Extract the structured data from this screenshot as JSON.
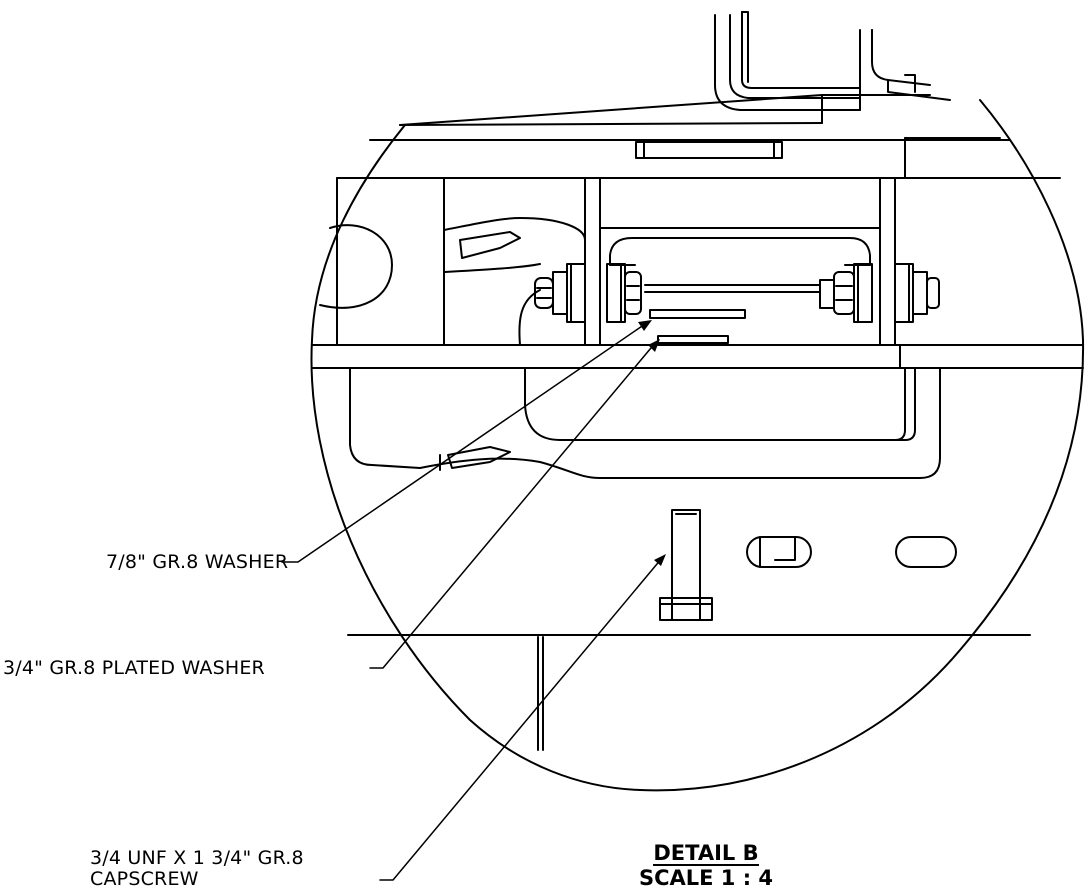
{
  "callouts": {
    "washer_78": "7/8\" GR.8 WASHER",
    "washer_34": "3/4\" GR.8 PLATED WASHER",
    "capscrew_line1": "3/4 UNF X 1 3/4\" GR.8",
    "capscrew_line2": "CAPSCREW"
  },
  "detail": {
    "title": "DETAIL B",
    "scale": "SCALE 1 : 4"
  },
  "colors": {
    "line": "#000000",
    "background": "#ffffff"
  }
}
